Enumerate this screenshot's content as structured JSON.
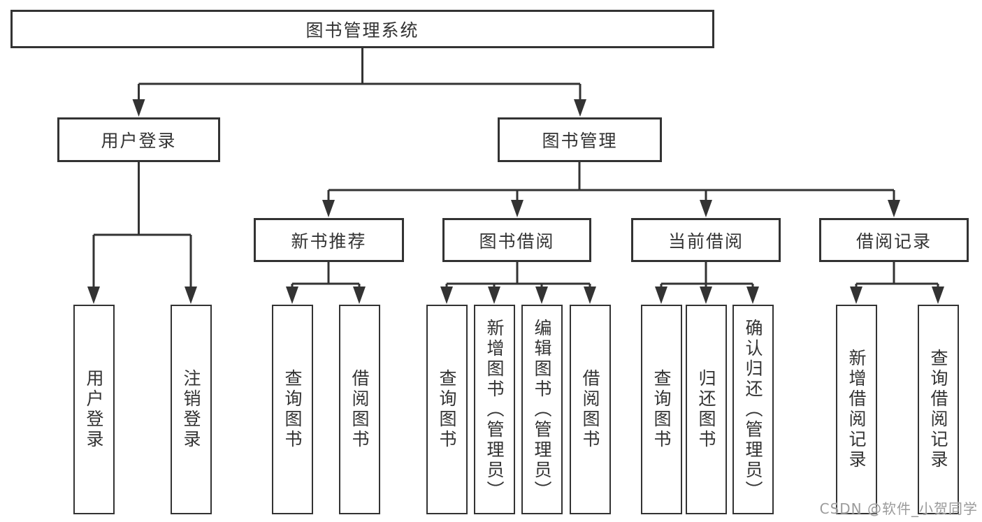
{
  "diagram": {
    "root": {
      "label": "图书管理系统"
    },
    "level2": [
      {
        "label": "用户登录"
      },
      {
        "label": "图书管理"
      }
    ],
    "level3": [
      {
        "label": "新书推荐",
        "parent": "图书管理"
      },
      {
        "label": "图书借阅",
        "parent": "图书管理"
      },
      {
        "label": "当前借阅",
        "parent": "图书管理"
      },
      {
        "label": "借阅记录",
        "parent": "图书管理"
      }
    ],
    "leaves": [
      {
        "label": "用户登录",
        "parent": "用户登录"
      },
      {
        "label": "注销登录",
        "parent": "用户登录"
      },
      {
        "label": "查询图书",
        "parent": "新书推荐"
      },
      {
        "label": "借阅图书",
        "parent": "新书推荐"
      },
      {
        "label": "查询图书",
        "parent": "图书借阅"
      },
      {
        "label": "新增图书（管理员）",
        "parent": "图书借阅"
      },
      {
        "label": "编辑图书（管理员）",
        "parent": "图书借阅"
      },
      {
        "label": "借阅图书",
        "parent": "图书借阅"
      },
      {
        "label": "查询图书",
        "parent": "当前借阅"
      },
      {
        "label": "归还图书",
        "parent": "当前借阅"
      },
      {
        "label": "确认归还（管理员）",
        "parent": "当前借阅"
      },
      {
        "label": "新增借阅记录",
        "parent": "借阅记录"
      },
      {
        "label": "查询借阅记录",
        "parent": "借阅记录"
      }
    ],
    "watermark": "CSDN @软件_小贺同学",
    "colors": {
      "line": "#333333",
      "border": "#333333",
      "text": "#333333",
      "watermark": "#9b9b9b",
      "background": "#ffffff"
    }
  }
}
